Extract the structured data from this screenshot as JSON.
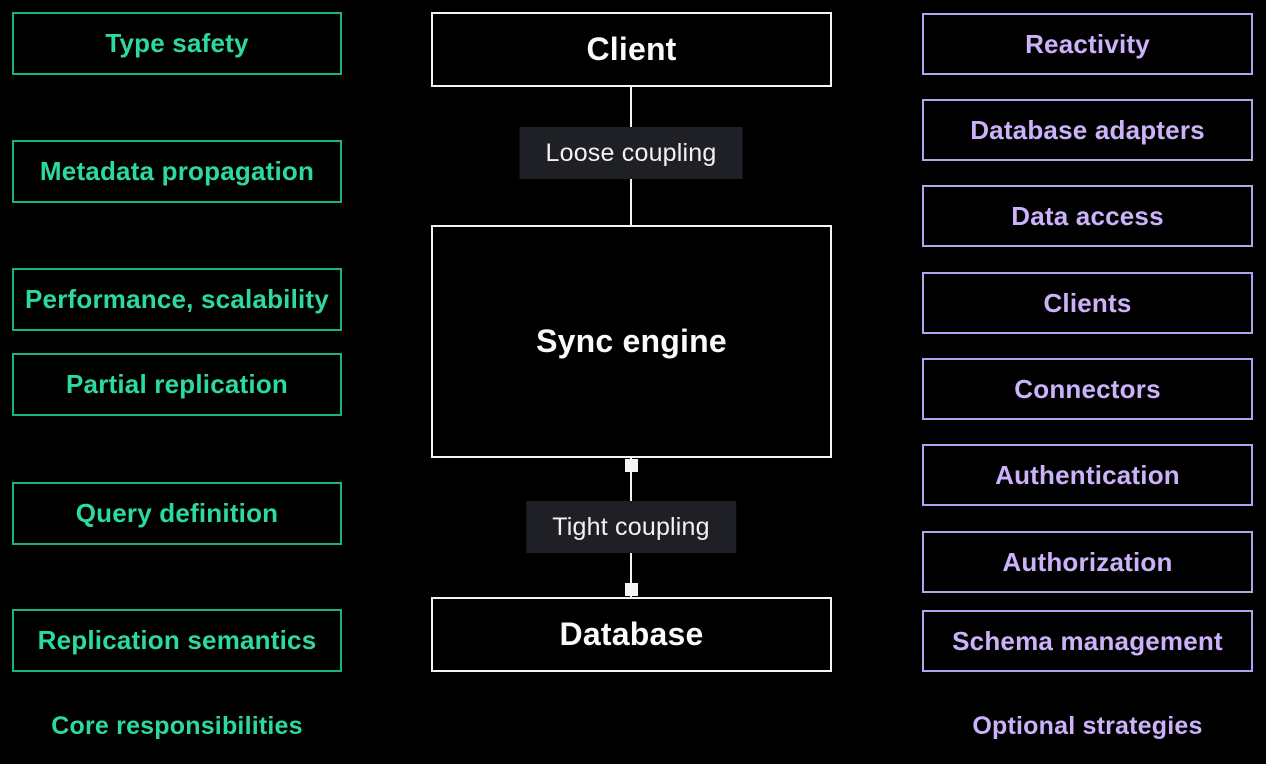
{
  "title": "Sync engine architecture diagram",
  "colors": {
    "background": "#000000",
    "green_text": "#2cd9a0",
    "green_border": "#1ab283",
    "purple_text": "#cbb2fa",
    "purple_border": "#baa0f0",
    "white": "#f4f4f5",
    "label_bg": "#1f2025"
  },
  "core": {
    "caption": "Core responsibilities",
    "items": [
      "Type safety",
      "Metadata propagation",
      "Performance, scalability",
      "Partial replication",
      "Query definition",
      "Replication semantics"
    ]
  },
  "stack": {
    "client": "Client",
    "sync_engine": "Sync engine",
    "database": "Database",
    "loose_coupling": "Loose coupling",
    "tight_coupling": "Tight coupling"
  },
  "optional": {
    "caption": "Optional strategies",
    "items": [
      "Reactivity",
      "Database adapters",
      "Data access",
      "Clients",
      "Connectors",
      "Authentication",
      "Authorization",
      "Schema management"
    ]
  }
}
